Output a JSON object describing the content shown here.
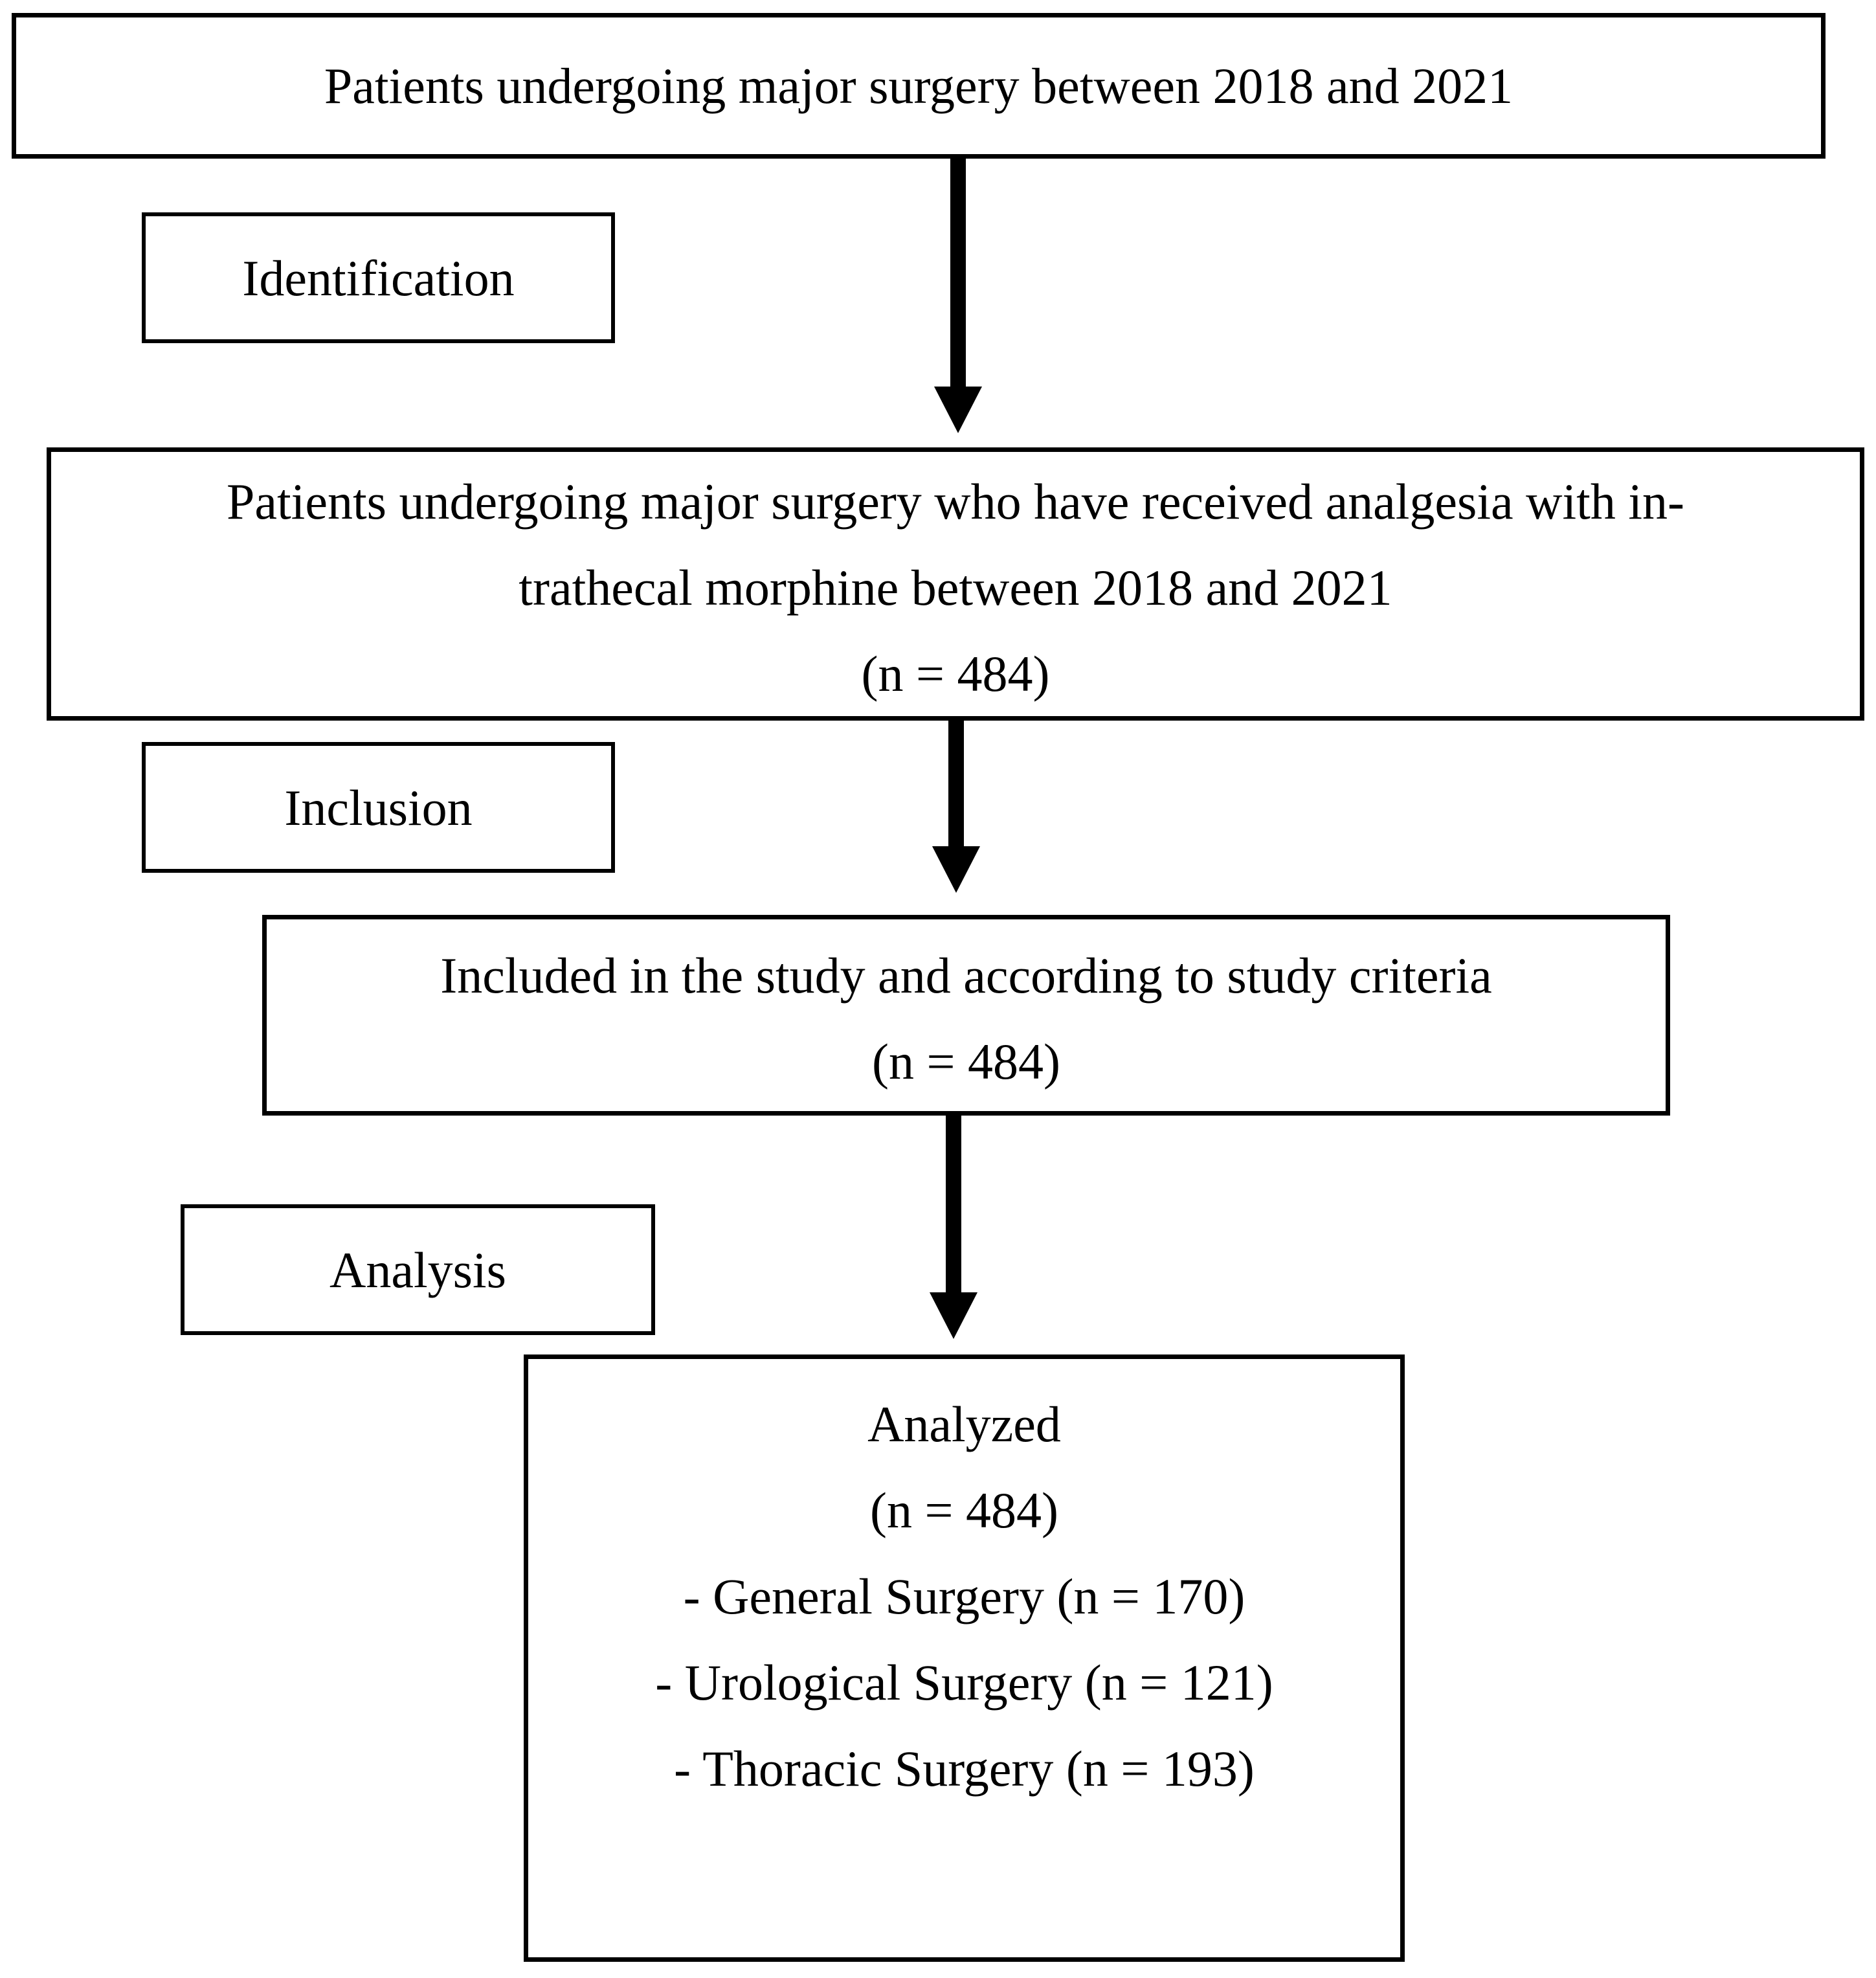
{
  "figure": {
    "colors": {
      "ink": "#000000",
      "background": "#ffffff"
    },
    "population_box": {
      "text": "Patients undergoing major surgery between 2018 and 2021"
    },
    "stage_labels": {
      "identification": "Identification",
      "inclusion": "Inclusion",
      "analysis": "Analysis"
    },
    "eligibility_box": {
      "lines": [
        "Patients undergoing major surgery who have received analgesia with in-",
        "trathecal morphine between 2018 and 2021",
        "(n = 484)"
      ]
    },
    "included_box": {
      "lines": [
        "Included in the study and according to study criteria",
        "(n = 484)"
      ]
    },
    "analyzed_box": {
      "lines": [
        "Analyzed",
        "(n = 484)",
        "- General Surgery (n = 170)",
        "- Urological Surgery (n = 121)",
        "- Thoracic Surgery (n = 193)"
      ]
    }
  }
}
